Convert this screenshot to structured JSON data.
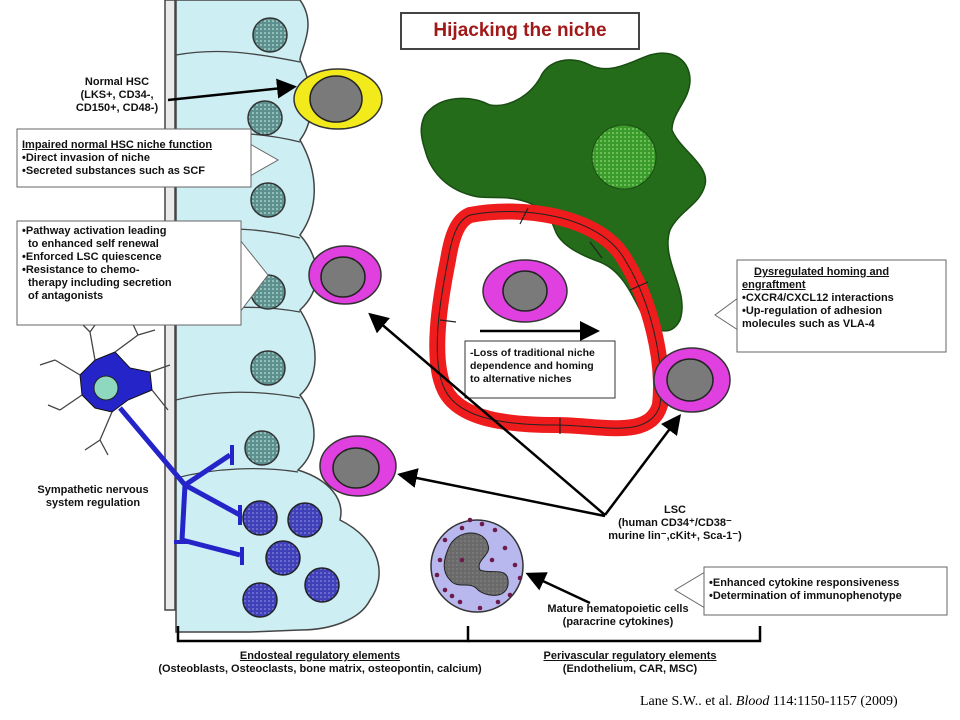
{
  "title": "Hijacking the niche",
  "normal_hsc": {
    "line1": "Normal HSC",
    "line2": "(LKS+, CD34-,",
    "line3": "CD150+, CD48-)"
  },
  "impaired_box": {
    "heading": "Impaired normal HSC niche function",
    "items": [
      "•Direct invasion of niche",
      "•Secreted substances such as SCF"
    ]
  },
  "pathway_box": {
    "lines": [
      "•Pathway activation leading",
      "to enhanced self renewal",
      "•Enforced LSC quiescence",
      "•Resistance to chemo-",
      "therapy including secretion",
      "of antagonists"
    ]
  },
  "sympathetic": {
    "line1": "Sympathetic nervous",
    "line2": "system regulation"
  },
  "dysregulated_box": {
    "heading1": "Dysregulated homing and",
    "heading2": "engraftment",
    "items": [
      "•CXCR4/CXCL12 interactions",
      "•Up-regulation of adhesion",
      "molecules such as VLA-4"
    ]
  },
  "loss_box": {
    "lines": [
      "-Loss of traditional niche",
      "dependence and homing",
      "to alternative niches"
    ]
  },
  "lsc_label": {
    "line1": "LSC",
    "line2": "(human CD34⁺/CD38⁻",
    "line3": "murine lin⁻,cKit+, Sca-1⁻)"
  },
  "mature_label": {
    "line1": "Mature hematopoietic cells",
    "line2": "(paracrine cytokines)"
  },
  "cytokine_box": {
    "items": [
      "•Enhanced cytokine responsiveness",
      "•Determination of immunophenotype"
    ]
  },
  "endosteal": {
    "heading": "Endosteal regulatory elements",
    "detail": "(Osteoblasts, Osteoclasts, bone matrix, osteopontin, calcium)"
  },
  "perivascular": {
    "heading": "Perivascular regulatory elements",
    "detail": "(Endothelium, CAR, MSC)"
  },
  "citation": {
    "authors": "Lane S.W.. et al. ",
    "journal": "Blood",
    "ref": " 114:1150-1157 (2009)"
  },
  "colors": {
    "osteoblast": "#cdeff3",
    "osteoblast_nucleus": "#5e8f8f",
    "lsc_cytoplasm": "#e040e0",
    "hsc_cytoplasm": "#f2ea1a",
    "cell_nucleus": "#7a7a7a",
    "stromal": "#246b1a",
    "stromal_nucleus": "#45a82e",
    "vessel": "#ee1c1c",
    "nerve": "#2424c8",
    "osteoclast": "#5050c8",
    "granulocyte": "#b8b8ee"
  }
}
